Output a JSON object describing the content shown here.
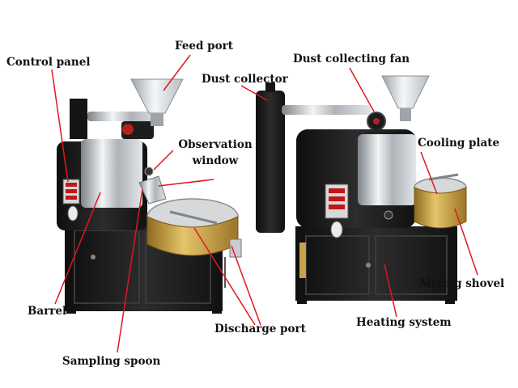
{
  "labels": {
    "control_panel": "Control panel",
    "feed_port": "Feed port",
    "dust_collector": "Dust collector",
    "dust_collecting_fan": "Dust collecting fan",
    "observation_window_line1": "Observation",
    "observation_window_line2": "window",
    "cooling_plate": "Cooling plate",
    "mixing_shovel": "Mixing shovel",
    "barrel": "Barrel",
    "discharge_port": "Discharge port",
    "heating_system": "Heating system",
    "sampling_spoon": "Sampling spoon"
  },
  "colors": {
    "leader_line": "#e0181d",
    "machine_black": "#1a1a1a",
    "steel": "#c9cdd1",
    "brass": "#c8a24a"
  }
}
